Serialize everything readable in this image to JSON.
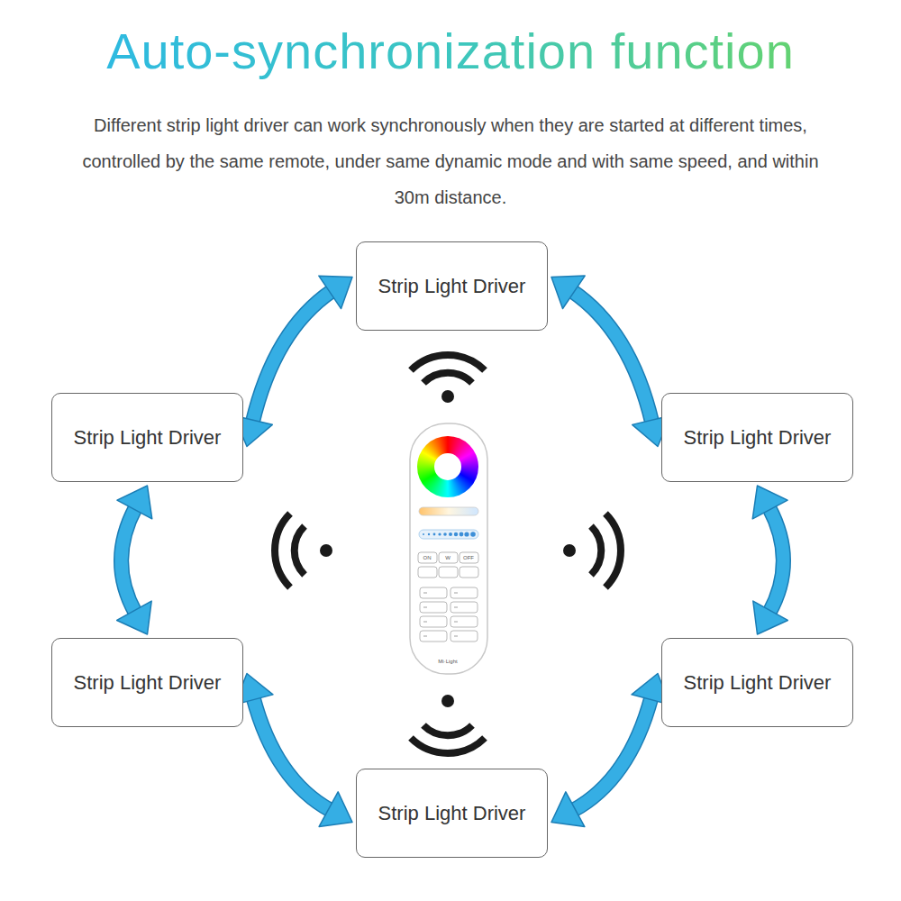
{
  "diagram": {
    "title": "Auto-synchronization function",
    "caption": "Different strip light driver can work synchronously when they are started at different times, controlled by the same remote, under same dynamic mode and with same speed, and within 30m distance.",
    "nodes": [
      {
        "text": [
          "Strip Light Driver"
        ]
      },
      {
        "text": [
          "Strip Light Driver"
        ]
      },
      {
        "text": [
          "Strip Light Driver"
        ]
      },
      {
        "text": [
          "Strip Light Driver"
        ]
      },
      {
        "text": [
          "Strip Light Driver"
        ]
      },
      {
        "text": [
          "Strip Light Driver"
        ]
      }
    ],
    "edges": [
      {
        "from": 0,
        "to": 2,
        "arrow": "both"
      },
      {
        "from": 2,
        "to": 4,
        "arrow": "both"
      },
      {
        "from": 4,
        "to": 5,
        "arrow": "both"
      },
      {
        "from": 5,
        "to": 3,
        "arrow": "both"
      },
      {
        "from": 3,
        "to": 1,
        "arrow": "both"
      },
      {
        "from": 1,
        "to": 0,
        "arrow": "both"
      }
    ],
    "labels": [
      "ON",
      "W",
      "OFF",
      "Mi·Light"
    ]
  }
}
